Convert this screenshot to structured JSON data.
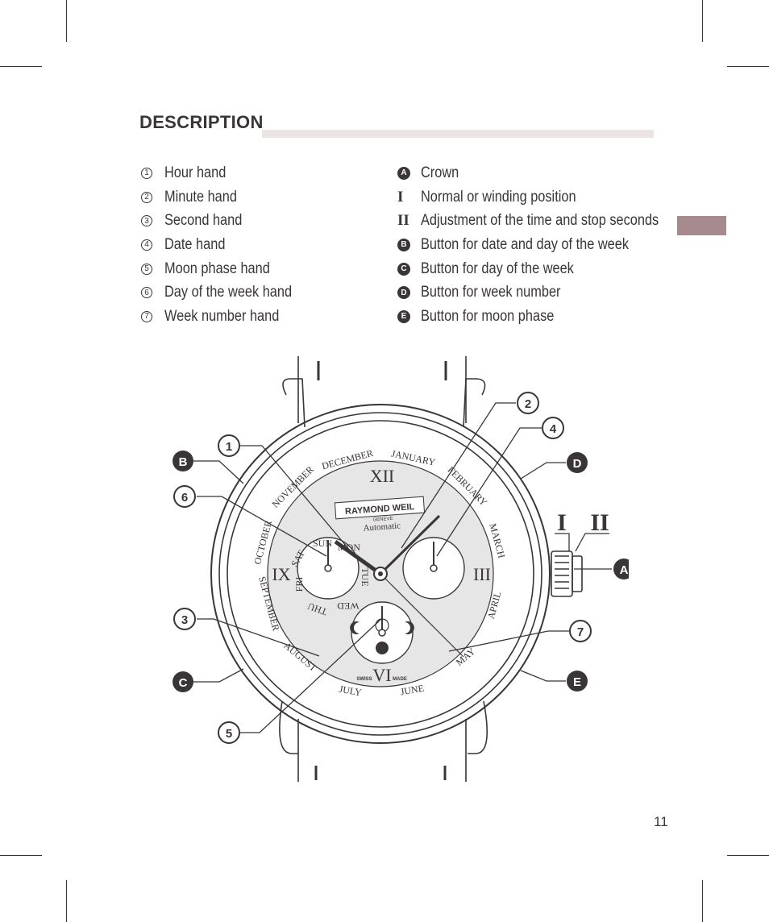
{
  "title": "DESCRIPTION",
  "legend_left": [
    {
      "mark": "1",
      "label": "Hour hand"
    },
    {
      "mark": "2",
      "label": "Minute hand"
    },
    {
      "mark": "3",
      "label": "Second hand"
    },
    {
      "mark": "4",
      "label": "Date hand"
    },
    {
      "mark": "5",
      "label": "Moon phase hand"
    },
    {
      "mark": "6",
      "label": "Day of the week hand"
    },
    {
      "mark": "7",
      "label": "Week number hand"
    }
  ],
  "legend_right": [
    {
      "mark": "A",
      "label": "Crown"
    },
    {
      "mark": "I",
      "label": "Normal or winding position"
    },
    {
      "mark": "II",
      "label": "Adjustment of the time and stop seconds"
    },
    {
      "mark": "B",
      "label": "Button for date and day of the week"
    },
    {
      "mark": "C",
      "label": "Button for day of the week"
    },
    {
      "mark": "D",
      "label": "Button for week number"
    },
    {
      "mark": "E",
      "label": "Button for moon phase"
    }
  ],
  "watch": {
    "brand": "RAYMOND WEIL",
    "city": "GENEVE",
    "model": "Automatic",
    "swiss": "SWISS",
    "made": "MADE",
    "months": [
      "DECEMBER",
      "JANUARY",
      "FEBRUARY",
      "MARCH",
      "APRIL",
      "MAY",
      "JUNE",
      "JULY",
      "AUGUST",
      "SEPTEMBER",
      "OCTOBER",
      "NOVEMBER"
    ],
    "days": [
      "SUN",
      "MON",
      "TUE",
      "WED",
      "THU",
      "FRI",
      "SAT"
    ],
    "callouts": {
      "c1": "1",
      "c2": "2",
      "c3": "3",
      "c4": "4",
      "c5": "5",
      "c6": "6",
      "c7": "7",
      "A": "A",
      "B": "B",
      "C": "C",
      "D": "D",
      "E": "E",
      "I": "I",
      "II": "II"
    }
  },
  "page_number": "11",
  "colors": {
    "text": "#3a3536",
    "title_bar": "#ece5e6",
    "side_tab": "#a78a8e",
    "dial": "#e6e6e6"
  }
}
